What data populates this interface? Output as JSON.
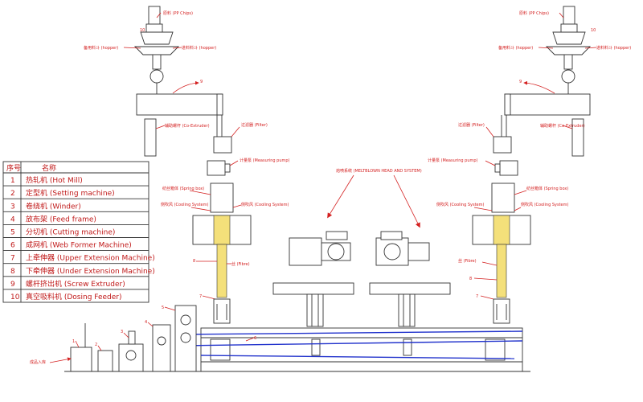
{
  "table": {
    "header": {
      "no": "序号",
      "name": "名称"
    },
    "rows": [
      {
        "no": "1",
        "name": "热轧机 (Hot Mill)"
      },
      {
        "no": "2",
        "name": "定型机 (Setting machine)"
      },
      {
        "no": "3",
        "name": "卷绕机 (Winder)"
      },
      {
        "no": "4",
        "name": "放布架 (Feed frame)"
      },
      {
        "no": "5",
        "name": "分切机 (Cutting machine)"
      },
      {
        "no": "6",
        "name": "成网机 (Web Former Machine)"
      },
      {
        "no": "7",
        "name": "上牵伸器 (Upper Extension Machine)"
      },
      {
        "no": "8",
        "name": "下牵伸器 (Under Extension Machine)"
      },
      {
        "no": "9",
        "name": "螺杆挤出机 (Screw Extruder)"
      },
      {
        "no": "10",
        "name": "真空吸料机 (Dosing Feeder)"
      }
    ]
  },
  "labels": {
    "left_chips": "原料 (PP Chips)",
    "right_chips": "原料 (PP Chips)",
    "left_hopper_a": "备用料斗 (hopper)",
    "left_hopper_b": "进料料斗 (hopper)",
    "right_hopper_a": "备用料斗 (hopper)",
    "right_hopper_b": "进料料斗 (hopper)",
    "left_coextruder": "辅助螺杆 (Co-Extruder)",
    "right_coextruder": "辅助螺杆 (Co-Extruder)",
    "left_filter": "过滤器 (Filter)",
    "right_filter": "过滤器 (Filter)",
    "left_pump": "计量泵 (Measuring pump)",
    "right_pump": "计量泵 (Measuring pump)",
    "center_system": "熔喷系统 (MELTBLOWN HEAD AND SYSTEM)",
    "left_spring_box": "纺丝箱体 (Spring box)",
    "right_spring_box": "纺丝箱体 (Spring box)",
    "left_cooling_1": "侧吹风 (Cooling System)",
    "left_cooling_2": "侧吹风 (Cooling System)",
    "right_cooling_1": "侧吹风 (Cooling System)",
    "right_cooling_2": "侧吹风 (Cooling System)",
    "left_fibre": "丝 (Fibre)",
    "right_fibre": "丝 (Fibre)",
    "product_out": "成品入库",
    "n10_left": "10",
    "n10_right": "10",
    "n9_left": "9",
    "n9_right": "9",
    "n8_left": "8",
    "n8_right": "8",
    "n7_left": "7",
    "n7_right": "7",
    "n6": "6",
    "n5": "5",
    "n4": "4",
    "n3": "3",
    "n2": "2",
    "n1": "1"
  }
}
